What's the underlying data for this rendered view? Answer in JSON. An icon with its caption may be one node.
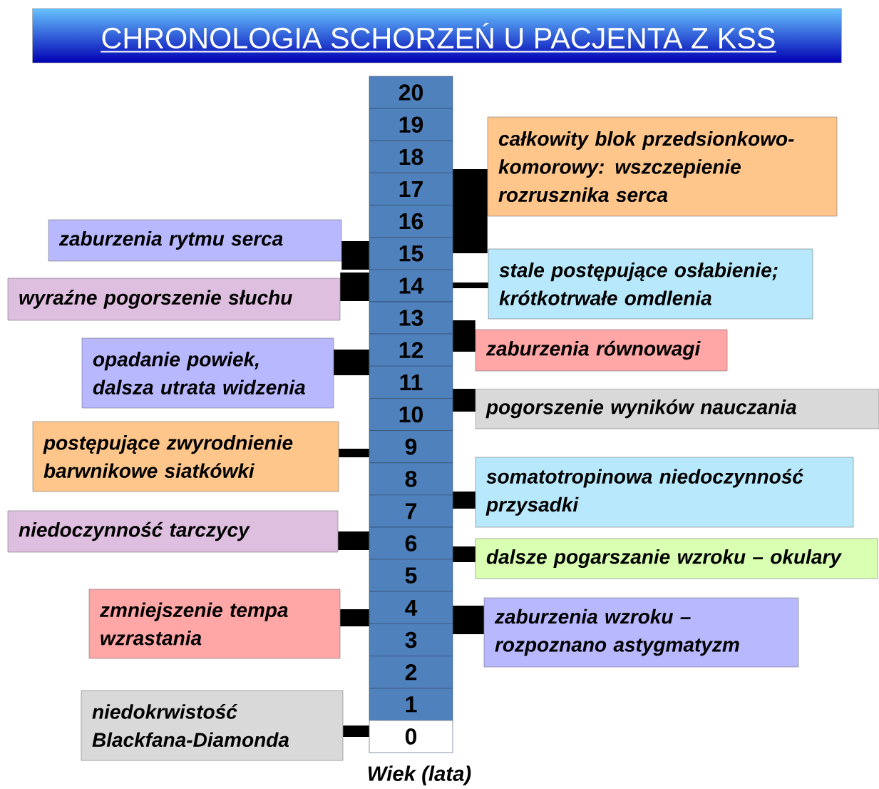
{
  "diagram": {
    "title": "CHRONOLOGIA SCHORZEŃ U PACJENTA Z KSS",
    "nodes": [
      {
        "text": [
          "20"
        ]
      },
      {
        "text": [
          "19"
        ]
      },
      {
        "text": [
          "18"
        ]
      },
      {
        "text": [
          "17"
        ]
      },
      {
        "text": [
          "16"
        ]
      },
      {
        "text": [
          "15"
        ]
      },
      {
        "text": [
          "14"
        ]
      },
      {
        "text": [
          "13"
        ]
      },
      {
        "text": [
          "12"
        ]
      },
      {
        "text": [
          "11"
        ]
      },
      {
        "text": [
          "10"
        ]
      },
      {
        "text": [
          "9"
        ]
      },
      {
        "text": [
          "8"
        ]
      },
      {
        "text": [
          "7"
        ]
      },
      {
        "text": [
          "6"
        ]
      },
      {
        "text": [
          "5"
        ]
      },
      {
        "text": [
          "4"
        ]
      },
      {
        "text": [
          "3"
        ]
      },
      {
        "text": [
          "2"
        ]
      },
      {
        "text": [
          "1"
        ]
      },
      {
        "text": [
          "0"
        ]
      },
      {
        "text": [
          "całkowity blok przedsionkowo-komorowy: wszczepienie rozrusznika serca"
        ]
      },
      {
        "text": [
          "stale postępujące osłabienie; krótkotrwałe omdlenia"
        ]
      },
      {
        "text": [
          "zaburzenia równowagi"
        ]
      },
      {
        "text": [
          "pogorszenie wyników nauczania"
        ]
      },
      {
        "text": [
          "somatotropinowa niedoczynność przysadki"
        ]
      },
      {
        "text": [
          "dalsze pogarszanie wzroku – okulary"
        ]
      },
      {
        "text": [
          "zaburzenia wzroku – rozpoznano astygmatyzm"
        ]
      },
      {
        "text": [
          "zaburzenia rytmu serca"
        ]
      },
      {
        "text": [
          "wyraźne pogorszenie słuchu"
        ]
      },
      {
        "text": [
          "opadanie powiek, dalsza utrata widzenia"
        ]
      },
      {
        "text": [
          "postępujące zwyrodnienie barwnikowe siatkówki"
        ]
      },
      {
        "text": [
          "niedoczynność tarczycy"
        ]
      },
      {
        "text": [
          "zmniejszenie tempa wzrastania"
        ]
      },
      {
        "text": [
          "niedokrwistość Blackfana-Diamonda"
        ]
      }
    ],
    "edges": [
      {
        "from": 21,
        "to": 4,
        "arrow": "none",
        "style": "thick"
      },
      {
        "from": 22,
        "to": 6,
        "arrow": "none"
      },
      {
        "from": 23,
        "to": 7,
        "arrow": "none"
      },
      {
        "from": 24,
        "to": 10,
        "arrow": "none"
      },
      {
        "from": 25,
        "to": 13,
        "arrow": "none"
      },
      {
        "from": 26,
        "to": 14,
        "arrow": "none"
      },
      {
        "from": 27,
        "to": 16,
        "arrow": "none"
      },
      {
        "from": 28,
        "to": 5,
        "arrow": "none"
      },
      {
        "from": 29,
        "to": 6,
        "arrow": "none"
      },
      {
        "from": 30,
        "to": 8,
        "arrow": "none"
      },
      {
        "from": 31,
        "to": 11,
        "arrow": "none"
      },
      {
        "from": 32,
        "to": 14,
        "arrow": "none"
      },
      {
        "from": 33,
        "to": 16,
        "arrow": "none"
      },
      {
        "from": 34,
        "to": 20,
        "arrow": "none"
      }
    ],
    "labels": [
      "Wiek (lata)"
    ]
  }
}
